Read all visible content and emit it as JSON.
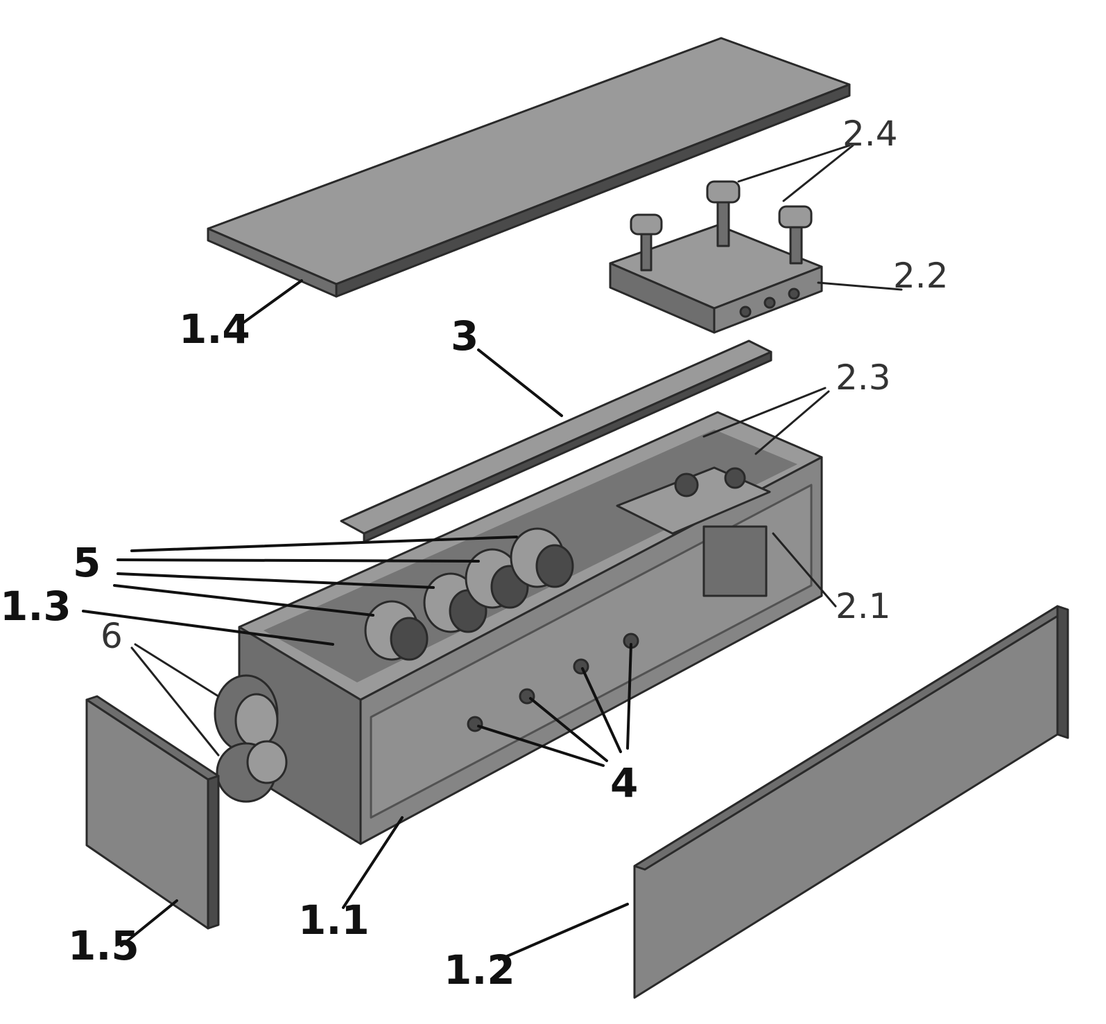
{
  "callouts": {
    "label_1_1": "1.1",
    "label_1_2": "1.2",
    "label_1_3": "1.3",
    "label_1_4": "1.4",
    "label_1_5": "1.5",
    "label_2_1": "2.1",
    "label_2_2": "2.2",
    "label_2_3": "2.3",
    "label_2_4": "2.4",
    "label_3": "3",
    "label_4": "4",
    "label_5": "5",
    "label_6": "6"
  },
  "colors": {
    "background": "#ffffff",
    "part_light": "#9a9a9a",
    "part_mid": "#858585",
    "part_dark": "#6e6e6e",
    "ink": "#111111"
  }
}
